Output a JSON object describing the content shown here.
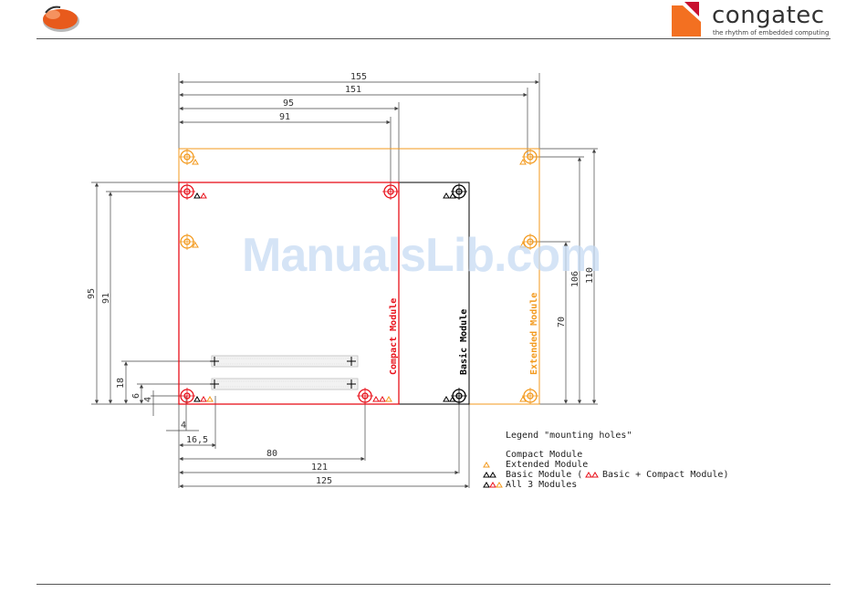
{
  "header": {
    "brand_name": "congatec",
    "brand_tagline": "the rhythm of embedded computing",
    "colors": {
      "brand_orange": "#f37021",
      "rule": "#555555"
    }
  },
  "watermark": "ManualsLib.com",
  "diagram": {
    "colors": {
      "compact": "#e8101a",
      "extended": "#f39a1e",
      "basic": "#000000",
      "dim": "#444444"
    },
    "dims_top": [
      "155",
      "151",
      "95",
      "91"
    ],
    "dims_left": [
      "95",
      "91",
      "18",
      "6",
      "4"
    ],
    "dims_right": [
      "106",
      "110",
      "70"
    ],
    "dims_bottom": [
      "4",
      "16,5",
      "80",
      "121",
      "125"
    ],
    "labels": {
      "compact": "Compact Module",
      "basic": "Basic Module",
      "extended": "Extended Module"
    },
    "legend": {
      "title": "Legend \"mounting holes\"",
      "items": [
        "Compact Module",
        "Extended Module",
        "Basic Module (",
        "Basic + Compact Module)",
        "All 3 Modules"
      ]
    }
  }
}
